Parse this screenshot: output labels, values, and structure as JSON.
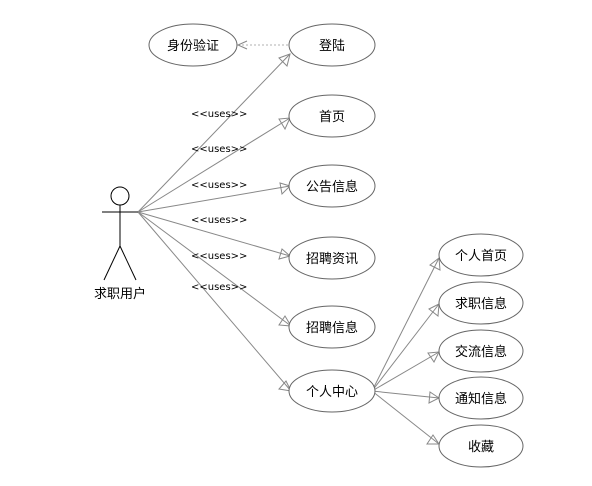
{
  "actor": {
    "label": "求职用户"
  },
  "use_cases": {
    "auth": "身份验证",
    "login": "登陆",
    "home": "首页",
    "notice": "公告信息",
    "news": "招聘资讯",
    "jobs": "招聘信息",
    "center": "个人中心",
    "personal_home": "个人首页",
    "job_seeking": "求职信息",
    "exchange": "交流信息",
    "notification": "通知信息",
    "favorites": "收藏"
  },
  "stereotypes": {
    "s1": "<<uses>>",
    "s2": "<<uses>>",
    "s3": "<<uses>>",
    "s4": "<<uses>>",
    "s5": "<<uses>>",
    "s6": "<<uses>>"
  }
}
